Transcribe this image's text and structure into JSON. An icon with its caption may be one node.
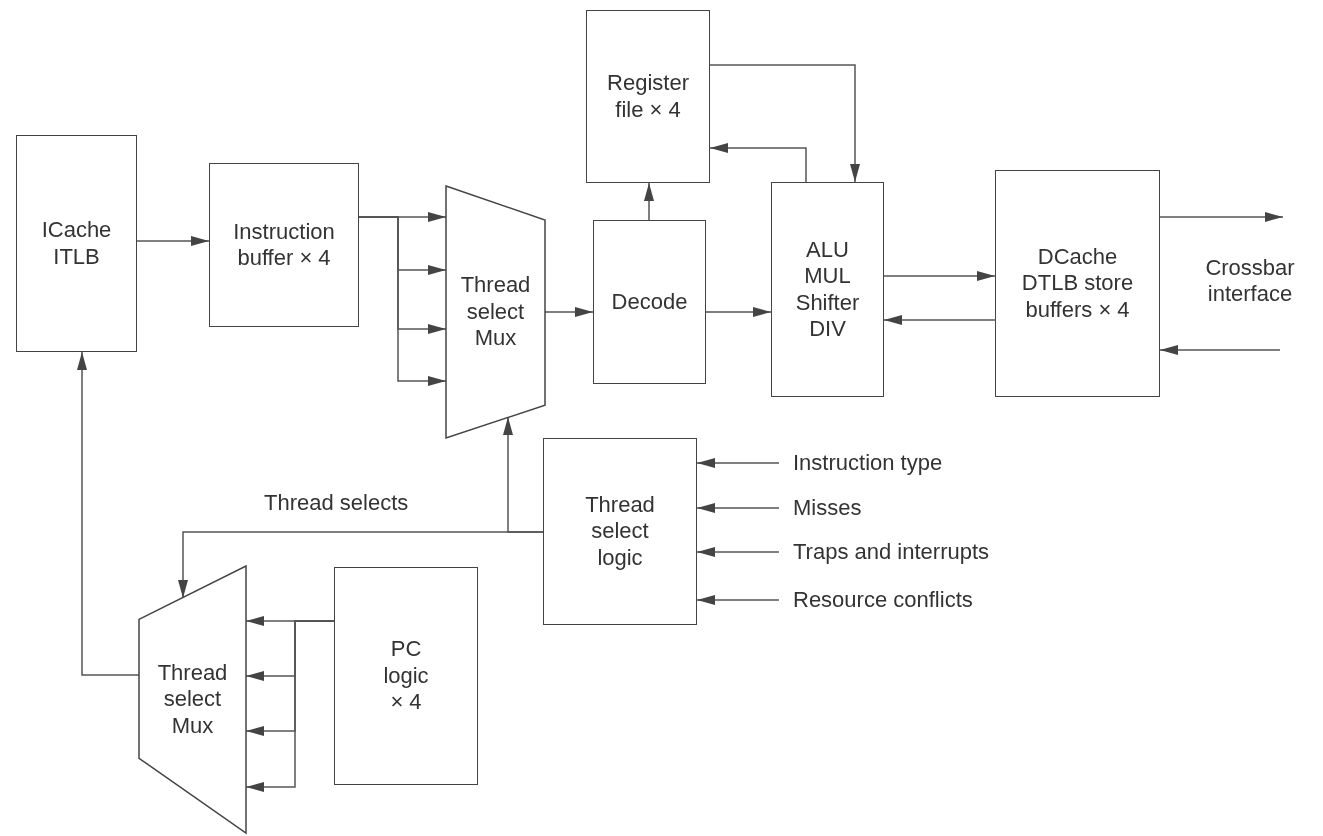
{
  "diagram": {
    "nodes": [
      {
        "text": [
          "ICache ITLB"
        ]
      },
      {
        "text": [
          "Instruction buffer × 4"
        ]
      },
      {
        "text": [
          "Thread select Mux"
        ]
      },
      {
        "text": [
          "Register file × 4"
        ]
      },
      {
        "text": [
          "Decode"
        ]
      },
      {
        "text": [
          "ALU MUL Shifter DIV"
        ]
      },
      {
        "text": [
          "DCache DTLB store buffers × 4"
        ]
      },
      {
        "text": [
          "Thread select logic"
        ]
      },
      {
        "text": [
          "Instruction type"
        ]
      },
      {
        "text": [
          "Misses"
        ]
      },
      {
        "text": [
          "Traps and interrupts"
        ]
      },
      {
        "text": [
          "Resource conflicts"
        ]
      },
      {
        "text": [
          "Thread select Mux"
        ]
      },
      {
        "text": [
          "PC logic × 4"
        ]
      }
    ],
    "edges": [
      {
        "from": 0,
        "to": 1,
        "arrow": "to"
      },
      {
        "from": 1,
        "to": 2,
        "arrow": "to"
      },
      {
        "from": 1,
        "to": 2,
        "arrow": "to"
      },
      {
        "from": 1,
        "to": 2,
        "arrow": "to"
      },
      {
        "from": 1,
        "to": 2,
        "arrow": "to"
      },
      {
        "from": 2,
        "to": 4,
        "arrow": "to"
      },
      {
        "from": 4,
        "to": 3,
        "arrow": "to"
      },
      {
        "from": 3,
        "to": 5,
        "arrow": "to"
      },
      {
        "from": 5,
        "to": 3,
        "arrow": "to"
      },
      {
        "from": 4,
        "to": 5,
        "arrow": "to"
      },
      {
        "from": 5,
        "to": 6,
        "arrow": "to"
      },
      {
        "from": 6,
        "to": 5,
        "arrow": "to"
      },
      {
        "from": 6,
        "to": null,
        "arrow": "to"
      },
      {
        "from": null,
        "to": 6,
        "arrow": "to"
      },
      {
        "from": 7,
        "to": 2,
        "arrow": "to"
      },
      {
        "from": 7,
        "to": 12,
        "arrow": "to",
        "label": "Thread selects"
      },
      {
        "from": 8,
        "to": 7,
        "arrow": "to"
      },
      {
        "from": 9,
        "to": 7,
        "arrow": "to"
      },
      {
        "from": 10,
        "to": 7,
        "arrow": "to"
      },
      {
        "from": 11,
        "to": 7,
        "arrow": "to"
      },
      {
        "from": 13,
        "to": 12,
        "arrow": "to"
      },
      {
        "from": 13,
        "to": 12,
        "arrow": "to"
      },
      {
        "from": 13,
        "to": 12,
        "arrow": "to"
      },
      {
        "from": 13,
        "to": 12,
        "arrow": "to"
      },
      {
        "from": 12,
        "to": 0,
        "arrow": "to"
      }
    ],
    "labels": [
      "Crossbar interface"
    ]
  }
}
